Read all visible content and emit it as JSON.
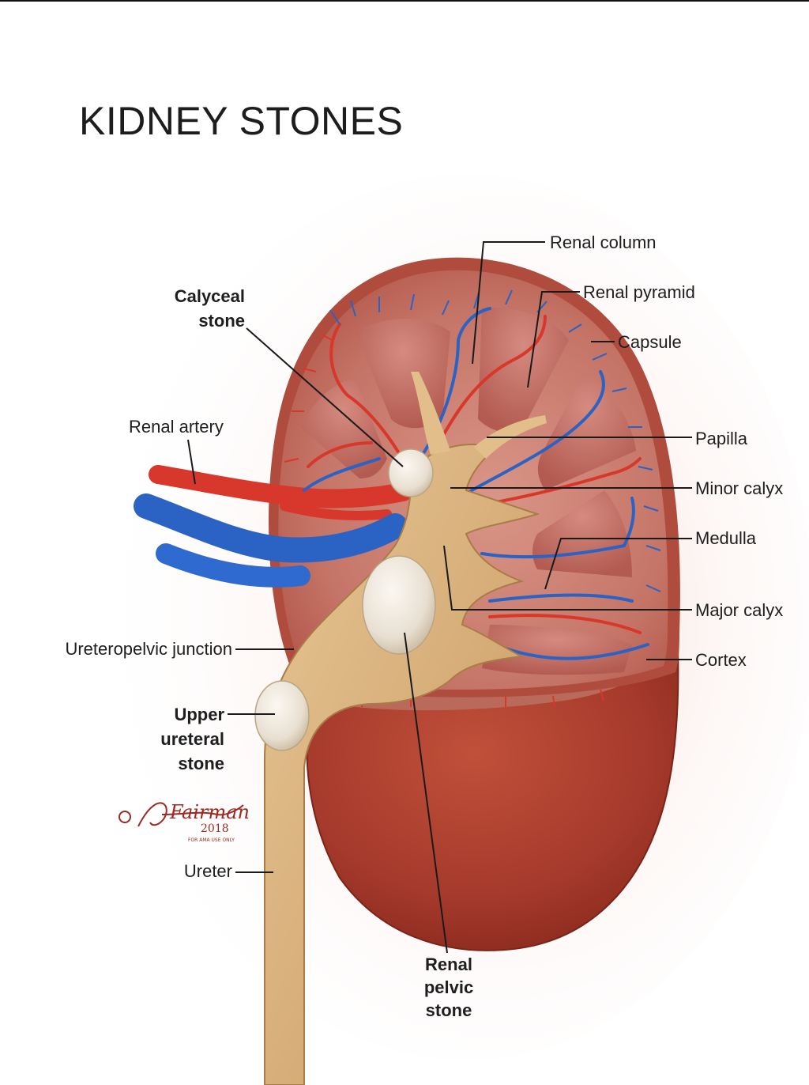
{
  "title": "KIDNEY STONES",
  "labels": {
    "renal_column": "Renal column",
    "renal_pyramid": "Renal pyramid",
    "capsule": "Capsule",
    "calyceal_stone_line1": "Calyceal",
    "calyceal_stone_line2": "stone",
    "renal_artery": "Renal artery",
    "papilla": "Papilla",
    "minor_calyx": "Minor calyx",
    "medulla": "Medulla",
    "major_calyx": "Major calyx",
    "ureteropelvic_junction": "Ureteropelvic junction",
    "cortex": "Cortex",
    "upper_ureteral_stone_line1": "Upper",
    "upper_ureteral_stone_line2": "ureteral",
    "upper_ureteral_stone_line3": "stone",
    "ureter": "Ureter",
    "renal_pelvic_stone_line1": "Renal",
    "renal_pelvic_stone_line2": "pelvic",
    "renal_pelvic_stone_line3": "stone"
  },
  "signature": {
    "name": "Fairman",
    "year": "2018",
    "note": "FOR AMA USE ONLY"
  },
  "colors": {
    "artery": "#d8372b",
    "vein": "#2a63c4",
    "kidney_outer": "#a7392a",
    "cortex": "#c87a6c",
    "pelvis": "#d9b27f",
    "stone": "#f1ebe0"
  }
}
